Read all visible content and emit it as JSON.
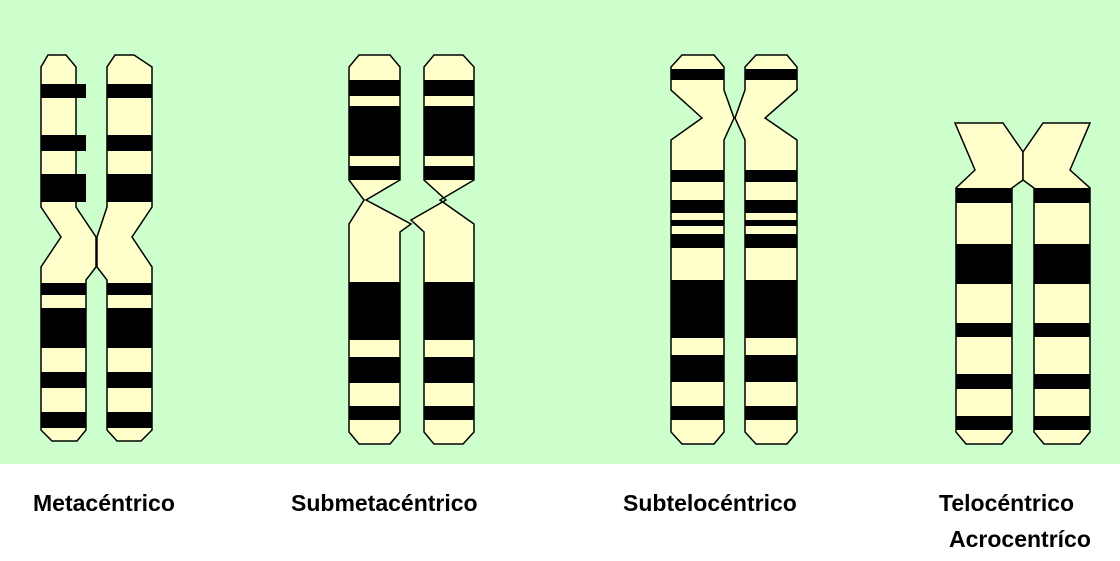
{
  "colors": {
    "background": "#ccffcc",
    "chromatid_fill": "#ffffcc",
    "band": "#000000",
    "outline": "#000000"
  },
  "chromosomes": [
    {
      "name": "metacentric",
      "label": "Metacéntrico"
    },
    {
      "name": "submetacentric",
      "label": "Submetacéntrico"
    },
    {
      "name": "subtelocentric",
      "label": "Subtelocéntrico"
    },
    {
      "name": "telocentric-acrocentric",
      "label": "Telocéntrico",
      "label_line2": "Acrocentríco"
    }
  ]
}
